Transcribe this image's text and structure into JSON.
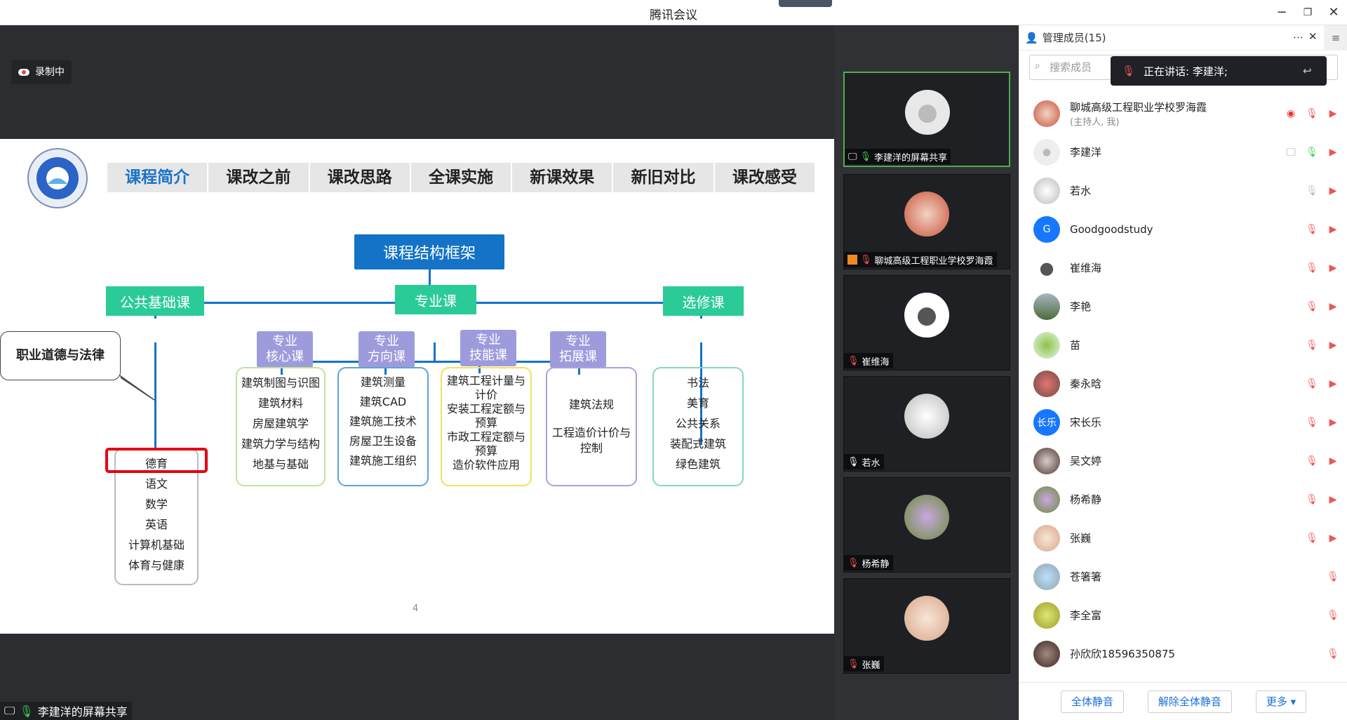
{
  "window": {
    "title": "腾讯会议"
  },
  "recording": {
    "label": "录制中"
  },
  "slide": {
    "menu": [
      "课程简介",
      "课改之前",
      "课改思路",
      "全课实施",
      "新课效果",
      "新旧对比",
      "课改感受"
    ],
    "root": "课程结构框架",
    "categories": [
      "公共基础课",
      "专业课",
      "选修课"
    ],
    "subs": [
      [
        "专业",
        "核心课"
      ],
      [
        "专业",
        "方向课"
      ],
      [
        "专业",
        "技能课"
      ],
      [
        "专业",
        "拓展课"
      ]
    ],
    "public_list": [
      "德育",
      "语文",
      "数学",
      "英语",
      "计算机基础",
      "体育与健康"
    ],
    "core_list": [
      "建筑制图与识图",
      "建筑材料",
      "房屋建筑学",
      "建筑力学与结构",
      "地基与基础"
    ],
    "dir_list": [
      "建筑测量",
      "建筑CAD",
      "建筑施工技术",
      "房屋卫生设备",
      "建筑施工组织"
    ],
    "skill_list": [
      "建筑工程计量与",
      "计价",
      "安装工程定额与",
      "预算",
      "市政工程定额与",
      "预算",
      "造价软件应用"
    ],
    "ext_list": [
      "建筑法规",
      "",
      "工程造价计价与",
      "控制"
    ],
    "elec_list": [
      "书法",
      "美育",
      "公共关系",
      "装配式建筑",
      "绿色建筑"
    ],
    "callout": "职业道德与法律",
    "page": "4"
  },
  "share_label": "李建洋的屏幕共享",
  "tiles": [
    {
      "name": "李建洋的屏幕共享"
    },
    {
      "name": "聊城高级工程职业学校罗海霞"
    },
    {
      "name": "崔维海"
    },
    {
      "name": "若水"
    },
    {
      "name": "杨希静"
    },
    {
      "name": "张巍"
    }
  ],
  "panel": {
    "title": "管理成员(15)",
    "search_placeholder": "搜索成员",
    "speaking": "正在讲话: 李建洋;",
    "members": [
      {
        "name": "聊城高级工程职业学校罗海霞",
        "sub": "(主持人, 我)"
      },
      {
        "name": "李建洋"
      },
      {
        "name": "若水"
      },
      {
        "name": "Goodgoodstudy",
        "initial": "G"
      },
      {
        "name": "崔维海"
      },
      {
        "name": "李艳"
      },
      {
        "name": "苗"
      },
      {
        "name": "秦永晗"
      },
      {
        "name": "宋长乐",
        "initial": "长乐"
      },
      {
        "name": "吴文婷"
      },
      {
        "name": "杨希静"
      },
      {
        "name": "张巍"
      },
      {
        "name": "苍箸箸"
      },
      {
        "name": "李全富"
      },
      {
        "name": "孙欣欣18596350875"
      }
    ],
    "footer": {
      "mute_all": "全体静音",
      "unmute_all": "解除全体静音",
      "more": "更多 ▾"
    }
  },
  "colors": {
    "accent": "#1a73c8",
    "mint": "#2bcb98",
    "lavender": "#9e9bdc",
    "highlight": "#e60012"
  }
}
